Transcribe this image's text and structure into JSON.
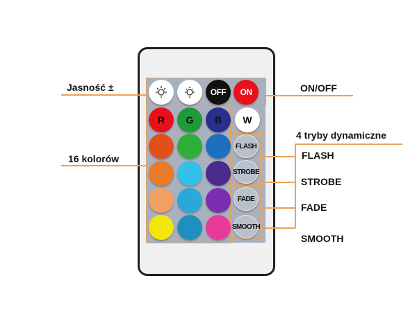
{
  "labels": {
    "brightness": "Jasność ±",
    "onoff": "ON/OFF",
    "colors16": "16 kolorów",
    "dynamic": "4 tryby dynamiczne",
    "flash": "FLASH",
    "strobe": "STROBE",
    "fade": "FADE",
    "smooth": "SMOOTH"
  },
  "buttons": {
    "off": "OFF",
    "on": "ON",
    "r": "R",
    "g": "G",
    "b": "B",
    "w": "W",
    "flash": "FLASH",
    "strobe": "STROBE",
    "fade": "FADE",
    "smooth": "SMOOTH"
  },
  "colors": {
    "accent_line": "#e8a25a",
    "panel": "#a9b1bf",
    "off": "#111111",
    "on": "#e8101a",
    "r": "#e8101a",
    "g": "#1f9a3a",
    "b": "#2a2f8f",
    "w": "#ffffff",
    "grid": [
      "#e2501a",
      "#2fae3a",
      "#1e6fbf",
      "#e87a2a",
      "#35c0ea",
      "#4a2a8a",
      "#f0a060",
      "#2aa8d8",
      "#7a2fb0",
      "#f5e60a",
      "#1f8fbf",
      "#e83a9a"
    ]
  },
  "icons": [
    "brightness-up-icon",
    "brightness-down-icon"
  ]
}
